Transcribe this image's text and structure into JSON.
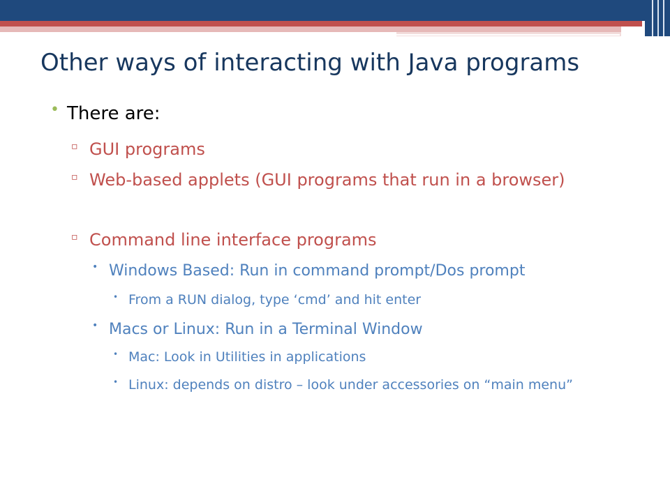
{
  "slide": {
    "title": "Other ways of interacting with Java programs",
    "bullets": [
      {
        "marker": "•",
        "text": "There are:"
      },
      {
        "marker": "▫",
        "text": "GUI programs"
      },
      {
        "marker": "▫",
        "text": "Web-based applets (GUI programs that run in a browser)"
      },
      {
        "marker": "▫",
        "text": "Command line interface programs"
      },
      {
        "marker": "•",
        "text": "Windows Based:  Run in command prompt/Dos prompt"
      },
      {
        "marker": "•",
        "text": "From a RUN dialog, type ‘cmd’ and hit enter"
      },
      {
        "marker": "•",
        "text": "Macs or Linux: Run in a Terminal Window"
      },
      {
        "marker": "•",
        "text": "Mac:  Look in Utilities in applications"
      },
      {
        "marker": "•",
        "text": "Linux:  depends on distro – look under accessories on “main menu”"
      }
    ]
  },
  "colors": {
    "title": "#17375e",
    "level1_bullet": "#9bbb59",
    "level2": "#c0504d",
    "level3": "#4f81bd",
    "header_navy": "#1f497d",
    "header_red": "#c0504d",
    "header_pink": "#e6b9b8"
  }
}
